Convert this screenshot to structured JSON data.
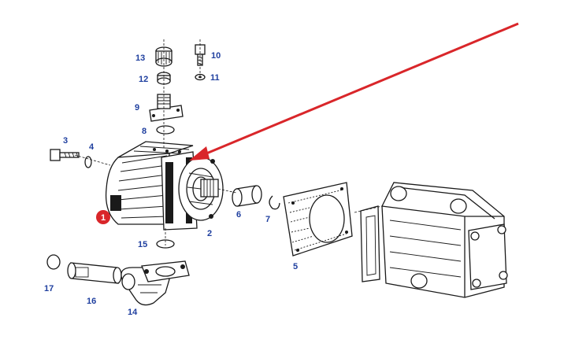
{
  "colors": {
    "label": "#1f3f9f",
    "arrow": "#d9262a",
    "badge": "#d9262a",
    "line": "#1a1a1a"
  },
  "badge": {
    "text": "1"
  },
  "labels": {
    "p2": "2",
    "p3": "3",
    "p4": "4",
    "p5": "5",
    "p6": "6",
    "p7": "7",
    "p8": "8",
    "p9": "9",
    "p10": "10",
    "p11": "11",
    "p12": "12",
    "p13": "13",
    "p14": "14",
    "p15": "15",
    "p16": "16",
    "p17": "17"
  }
}
